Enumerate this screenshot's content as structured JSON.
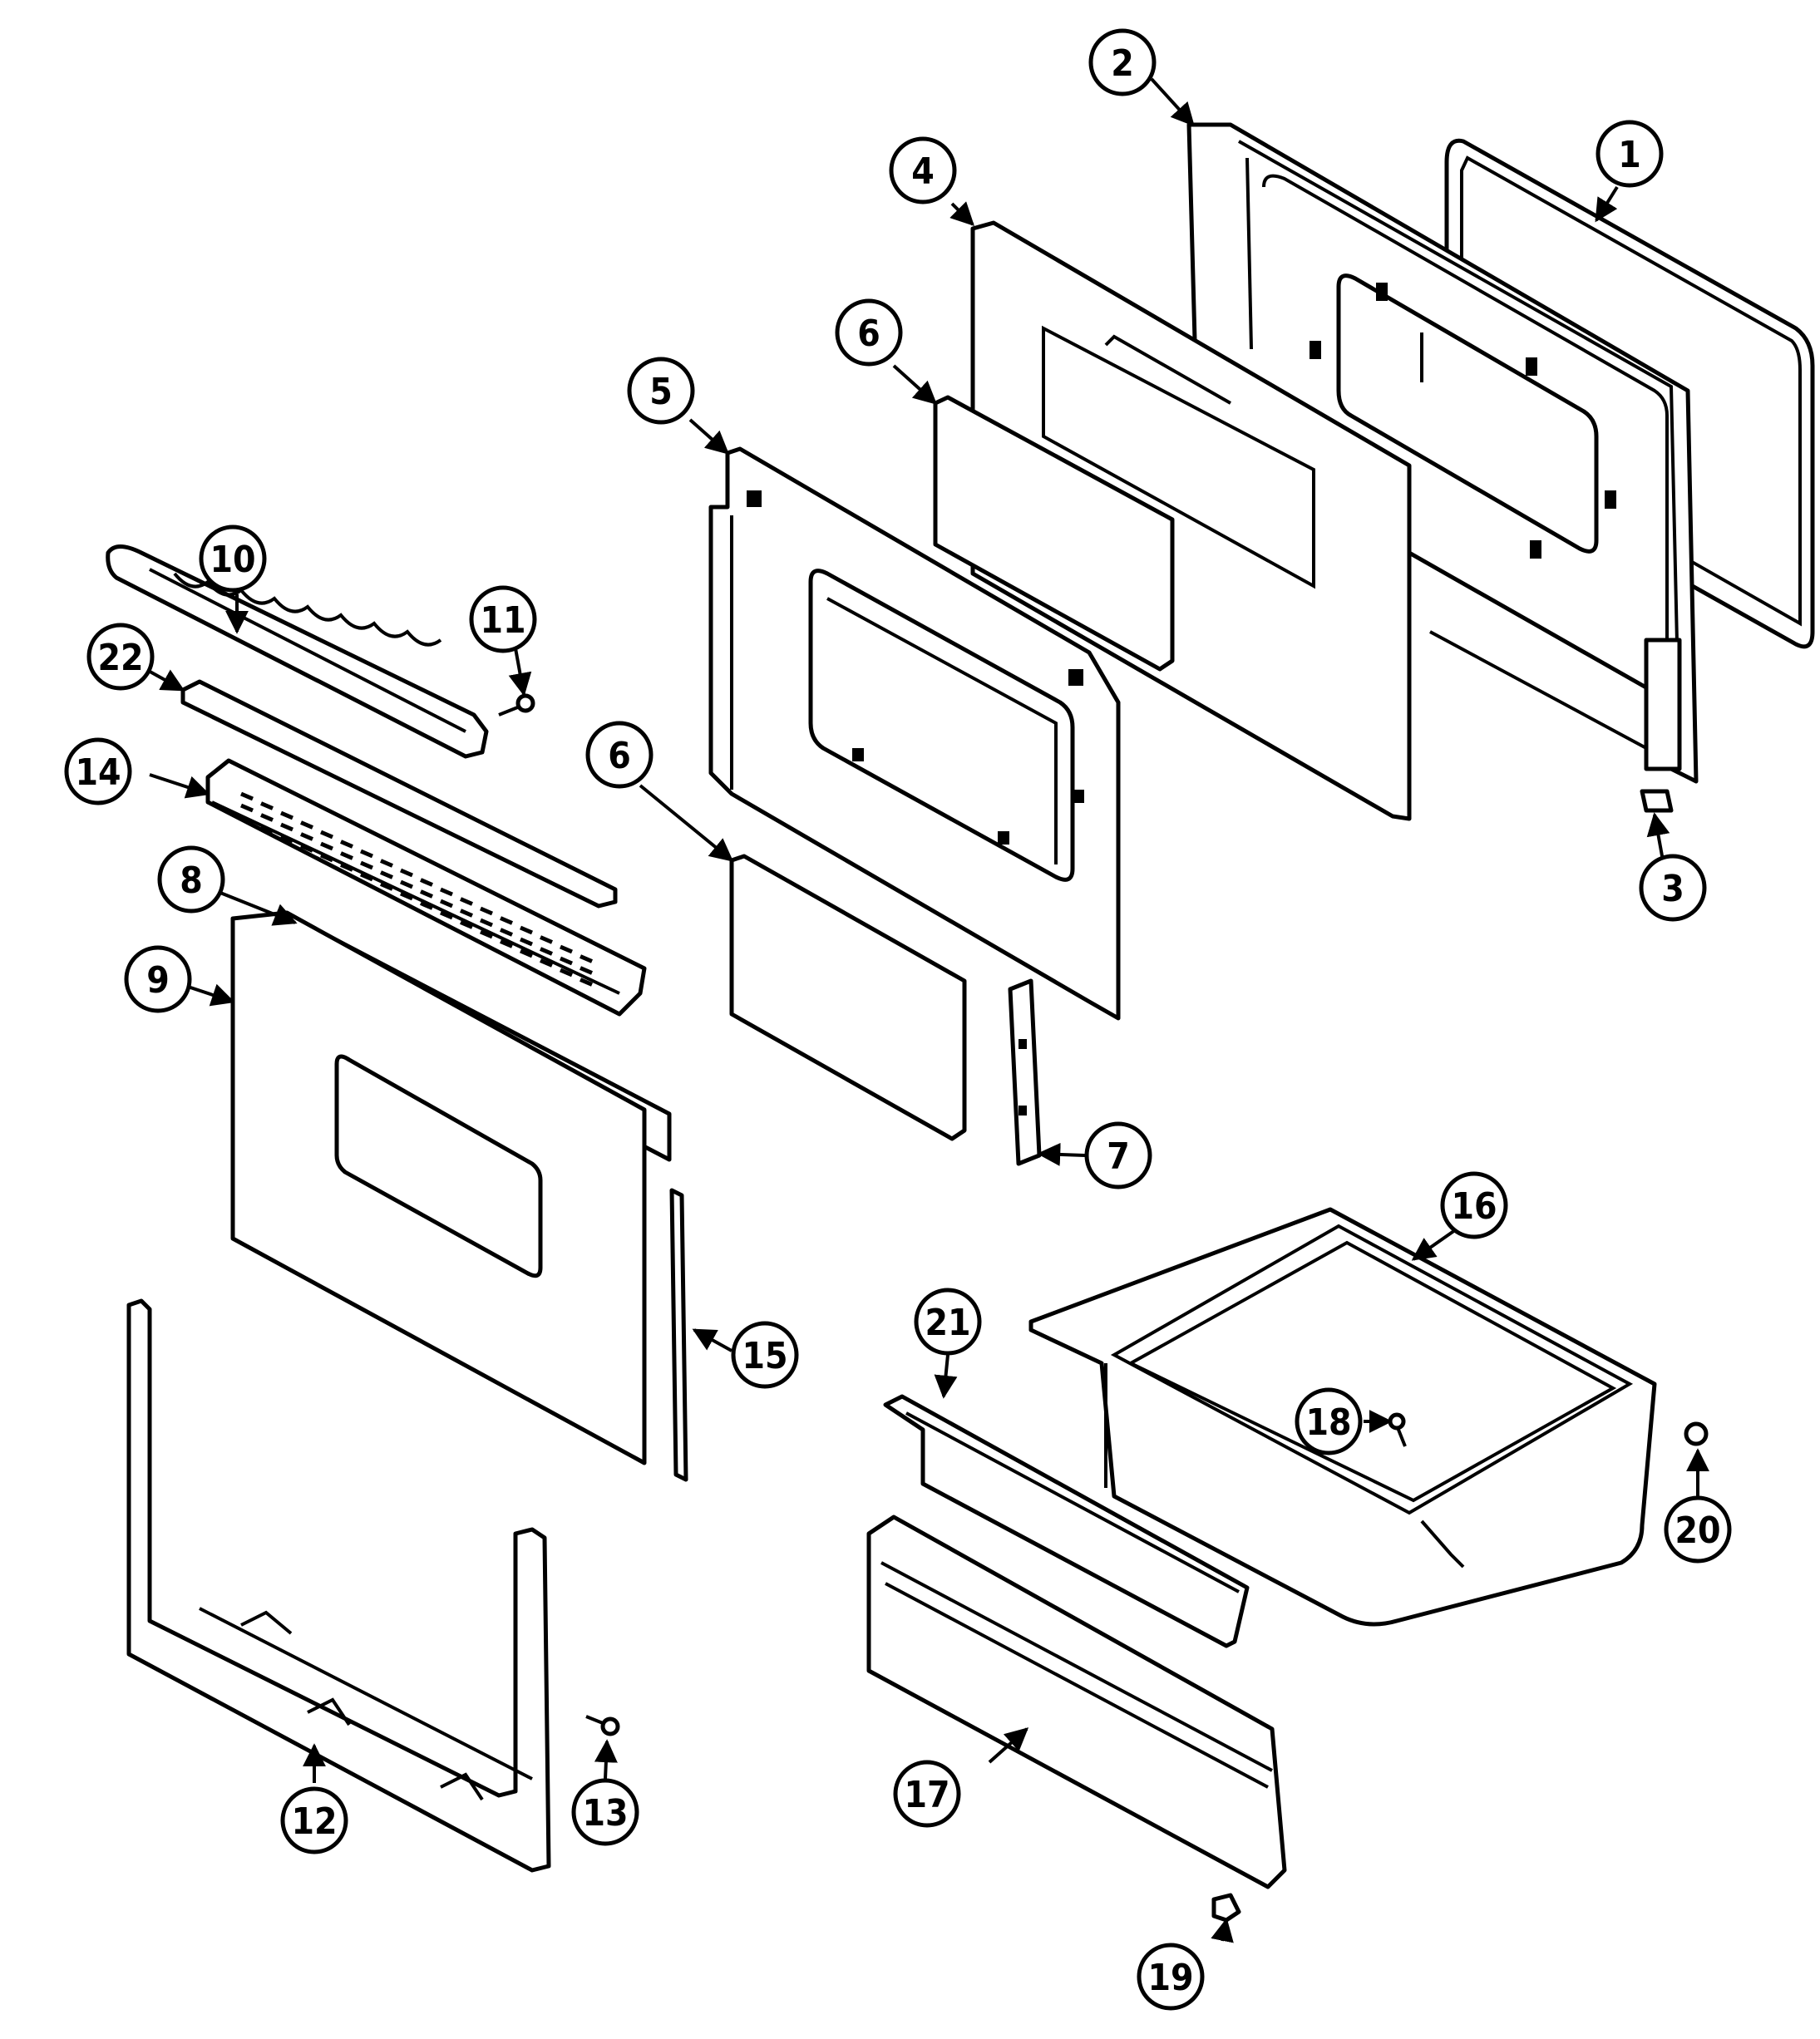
{
  "diagram": {
    "callouts": [
      "1",
      "2",
      "3",
      "4",
      "5",
      "6",
      "6",
      "7",
      "8",
      "9",
      "10",
      "11",
      "12",
      "13",
      "14",
      "15",
      "16",
      "17",
      "18",
      "19",
      "20",
      "21",
      "22"
    ]
  }
}
